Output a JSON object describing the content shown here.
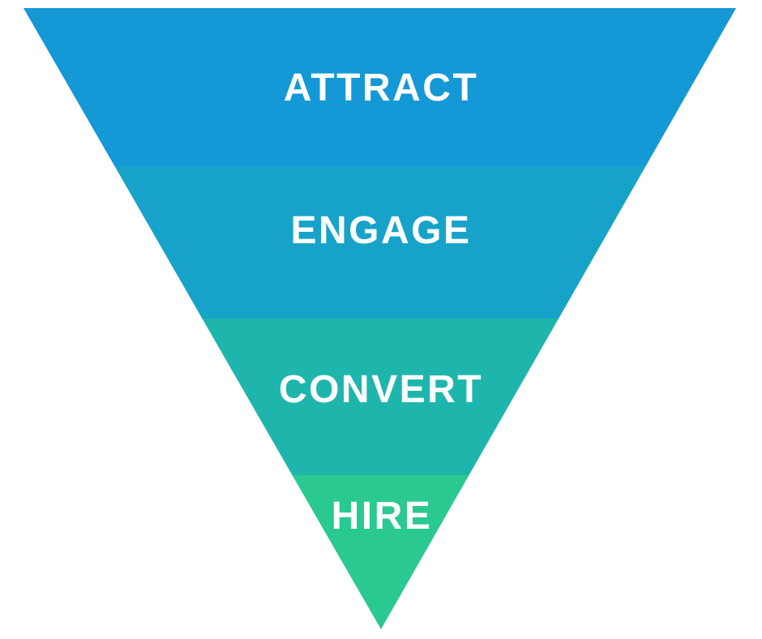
{
  "funnel": {
    "type": "inverted-pyramid-funnel",
    "background_color": "#ffffff",
    "label_text_color": "#ffffff",
    "segments": [
      {
        "label": "ATTRACT",
        "color": "#1498d6"
      },
      {
        "label": "ENGAGE",
        "color": "#17a3c9"
      },
      {
        "label": "CONVERT",
        "color": "#1eb6ac"
      },
      {
        "label": "HIRE",
        "color": "#29c98f"
      }
    ]
  }
}
